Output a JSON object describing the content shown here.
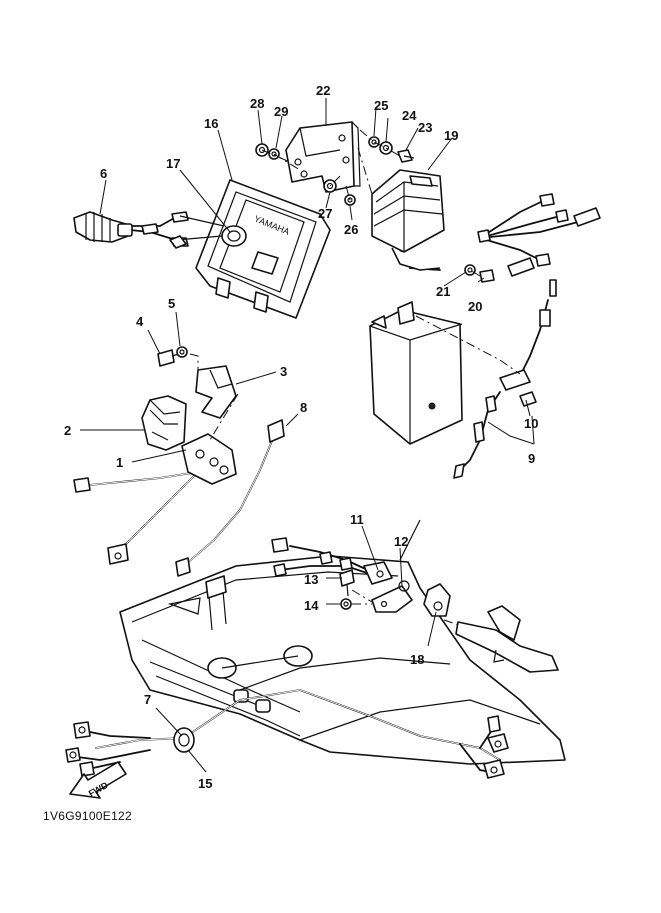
{
  "diagram": {
    "code": "1V6G9100E122",
    "brand_text": "YAMAHA",
    "direction_arrow": "FWD",
    "callouts": [
      {
        "id": "c1",
        "label": "1"
      },
      {
        "id": "c2",
        "label": "2"
      },
      {
        "id": "c3",
        "label": "3"
      },
      {
        "id": "c4",
        "label": "4"
      },
      {
        "id": "c5",
        "label": "5"
      },
      {
        "id": "c6",
        "label": "6"
      },
      {
        "id": "c7",
        "label": "7"
      },
      {
        "id": "c8",
        "label": "8"
      },
      {
        "id": "c9",
        "label": "9"
      },
      {
        "id": "c10",
        "label": "10"
      },
      {
        "id": "c11",
        "label": "11"
      },
      {
        "id": "c12",
        "label": "12"
      },
      {
        "id": "c13",
        "label": "13"
      },
      {
        "id": "c14",
        "label": "14"
      },
      {
        "id": "c15",
        "label": "15"
      },
      {
        "id": "c16",
        "label": "16"
      },
      {
        "id": "c17",
        "label": "17"
      },
      {
        "id": "c18",
        "label": "18"
      },
      {
        "id": "c19",
        "label": "19"
      },
      {
        "id": "c20",
        "label": "20"
      },
      {
        "id": "c21",
        "label": "21"
      },
      {
        "id": "c22",
        "label": "22"
      },
      {
        "id": "c23",
        "label": "23"
      },
      {
        "id": "c24",
        "label": "24"
      },
      {
        "id": "c25",
        "label": "25"
      },
      {
        "id": "c26",
        "label": "26"
      },
      {
        "id": "c27",
        "label": "27"
      },
      {
        "id": "c28",
        "label": "28"
      },
      {
        "id": "c29",
        "label": "29"
      }
    ]
  }
}
